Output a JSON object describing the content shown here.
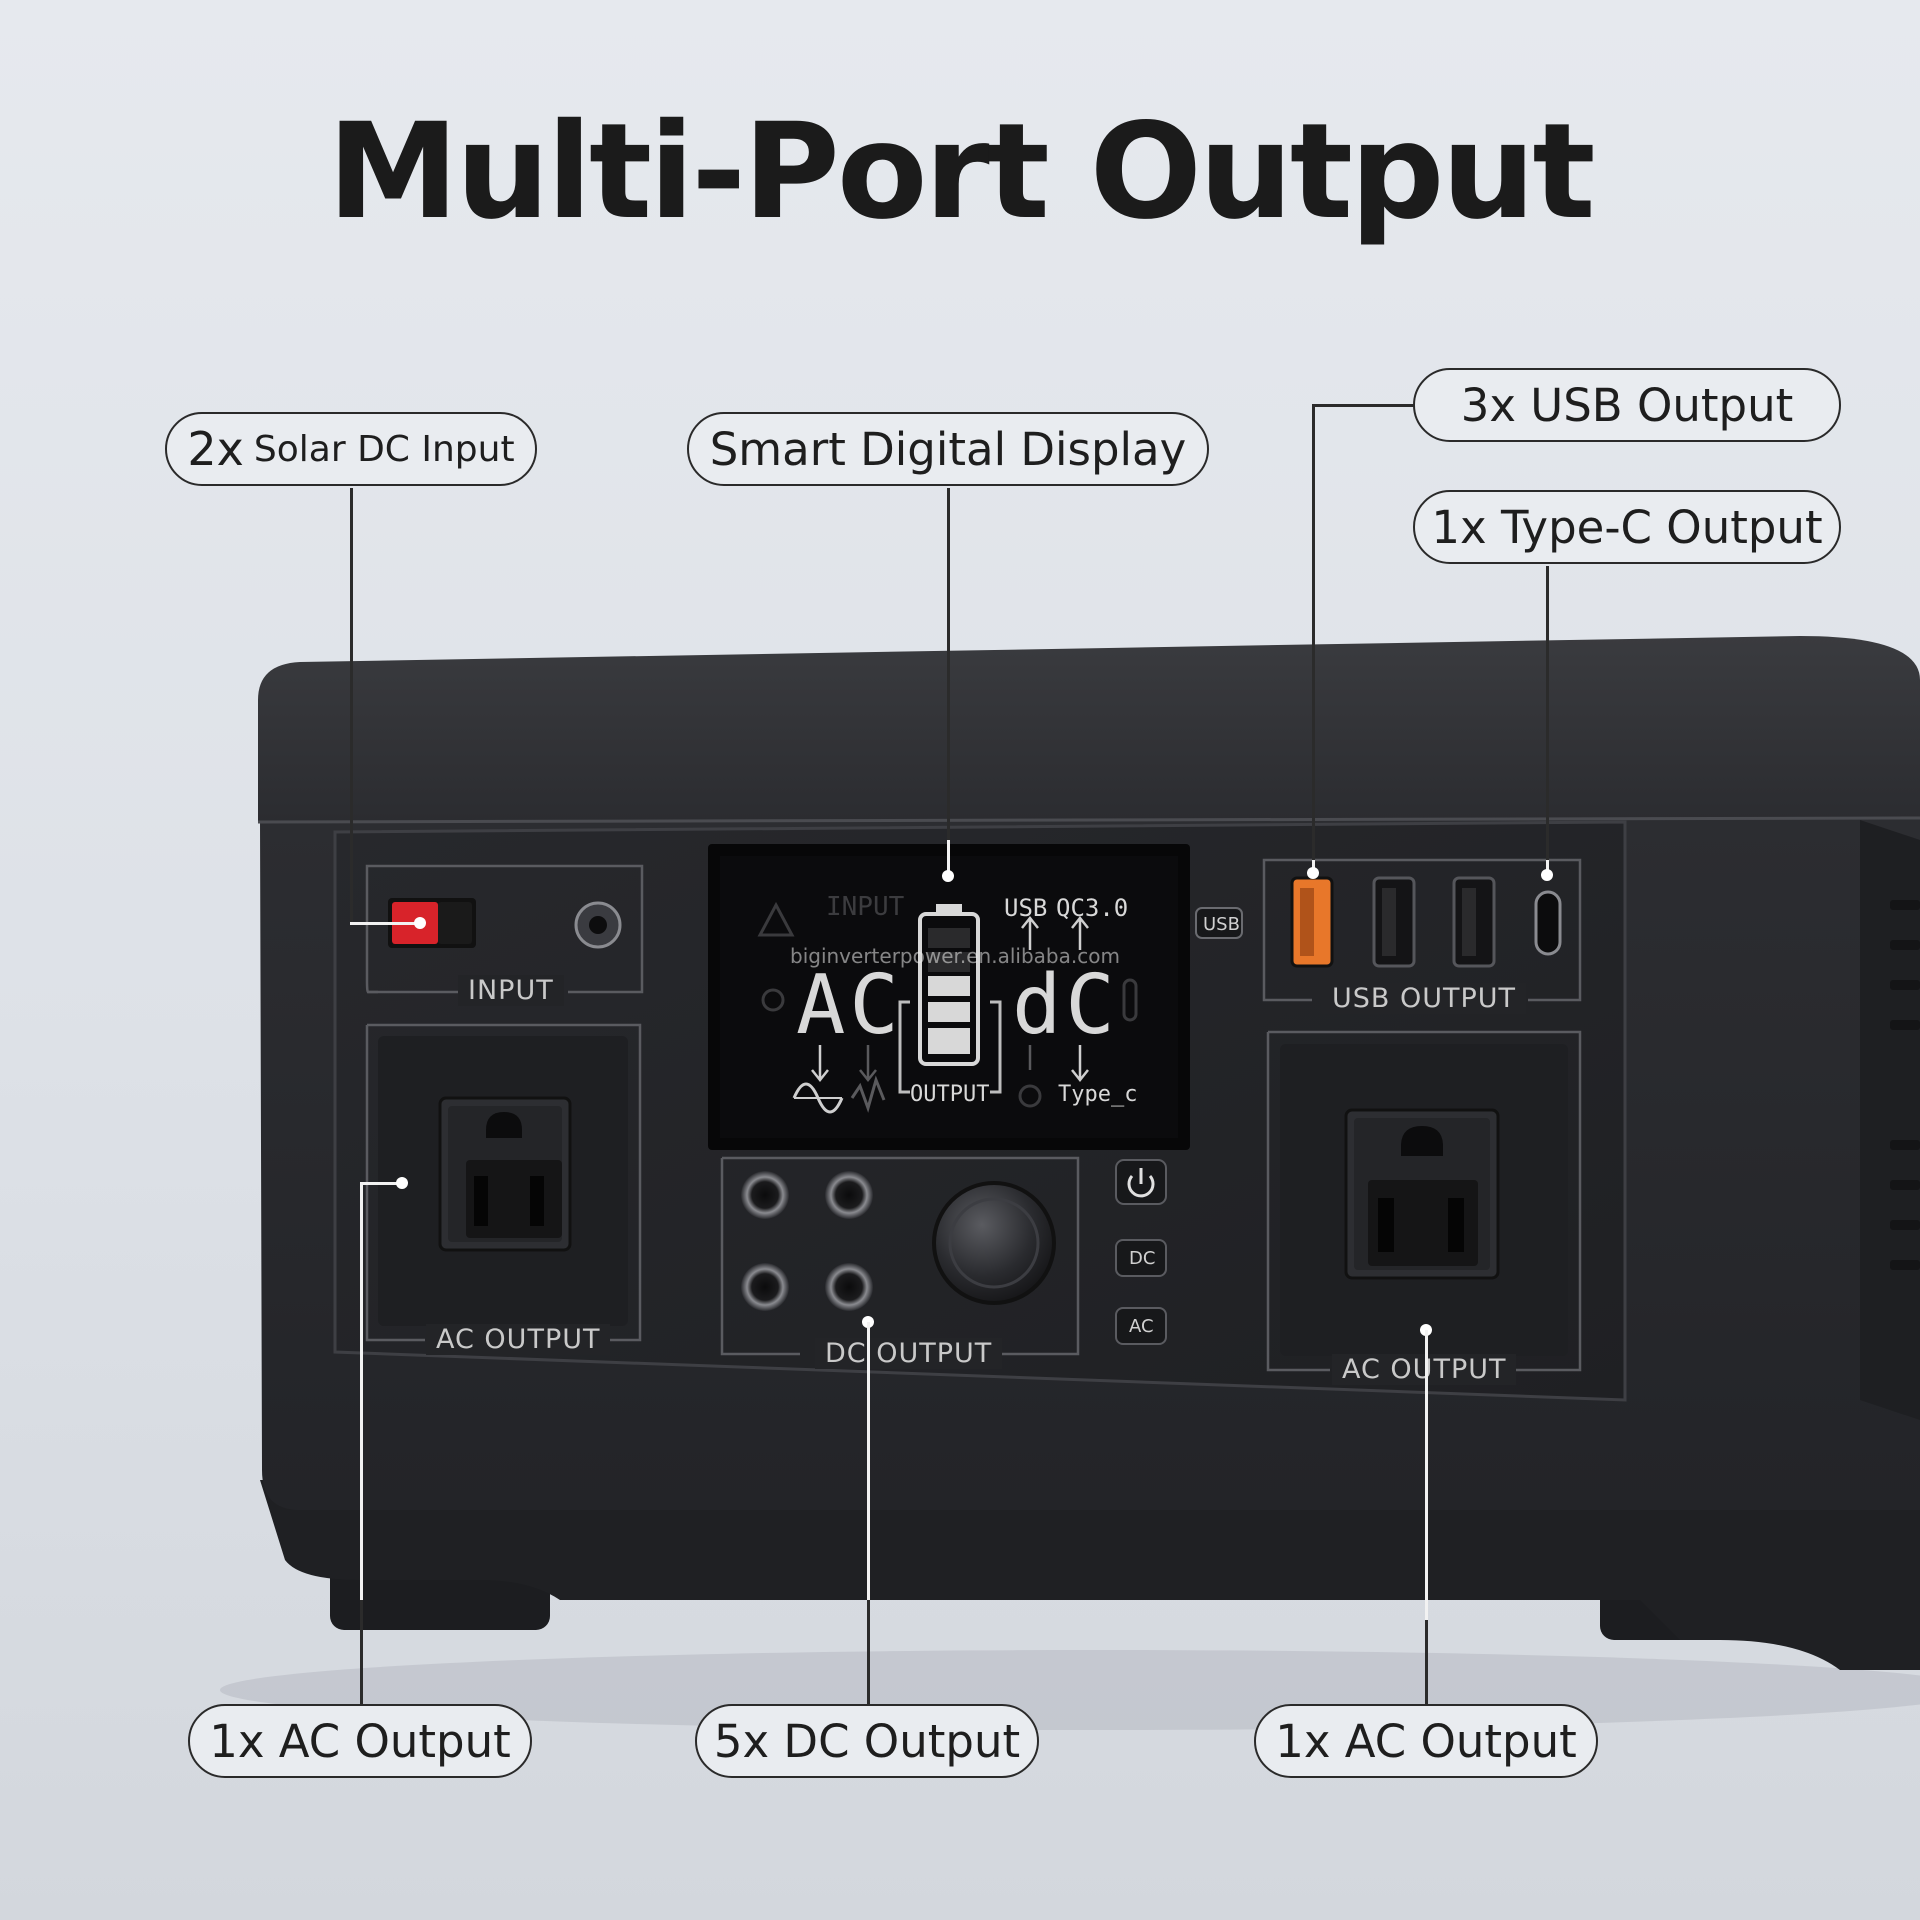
{
  "headline": "Multi-Port Output",
  "callouts": {
    "solar_input": {
      "count": "2x",
      "label": "Solar DC Input"
    },
    "display": "Smart Digital Display",
    "usb": "3x USB Output",
    "typec": "1x Type-C Output",
    "ac_left": "1x AC Output",
    "dc": "5x DC Output",
    "ac_right": "1x AC Output"
  },
  "panel": {
    "input_label": "INPUT",
    "ac_output_label": "AC OUTPUT",
    "dc_output_label": "DC OUTPUT",
    "usb_output_label": "USB OUTPUT",
    "usb_side_button": "USB",
    "dc_button": "DC",
    "ac_button": "AC"
  },
  "lcd": {
    "input": "INPUT",
    "usb": "USB",
    "qc": "QC3.0",
    "left_digits": "AC",
    "right_digits": "dC",
    "output": "OUTPUT",
    "type_c": "Type_c"
  },
  "watermark": "biginverterpower.en.alibaba.com",
  "colors": {
    "background": "#e2e5ea",
    "device_body": "#2a2b2e",
    "device_panel": "#232427",
    "qc_port_accent": "#e8772a",
    "input_socket_red": "#d8232a"
  }
}
